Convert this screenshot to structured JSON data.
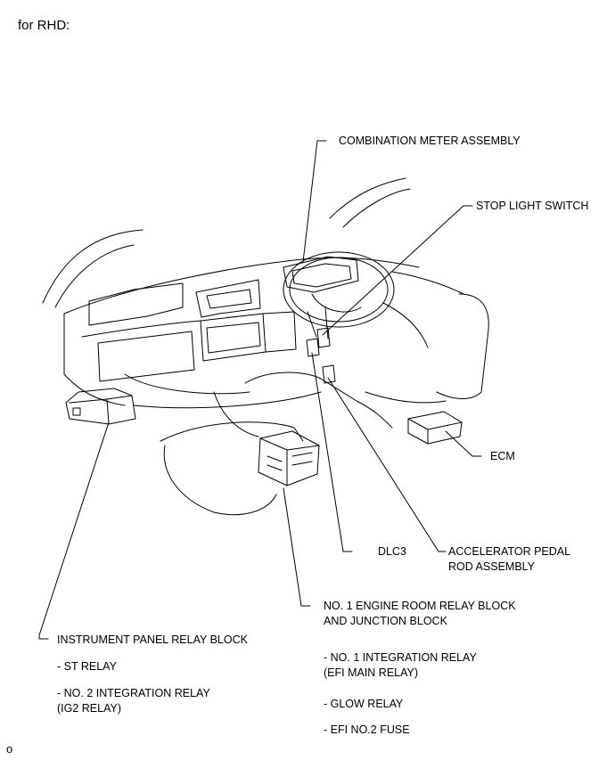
{
  "heading": "for RHD:",
  "corner_mark": "o",
  "callouts": {
    "combination_meter": "COMBINATION METER ASSEMBLY",
    "stop_light_switch": "STOP LIGHT SWITCH",
    "ecm": "ECM",
    "dlc3": "DLC3",
    "accelerator_line1": "ACCELERATOR PEDAL",
    "accelerator_line2": "ROD ASSEMBLY",
    "engine_room_line1": "NO. 1 ENGINE ROOM RELAY BLOCK",
    "engine_room_line2": "AND JUNCTION BLOCK",
    "instrument_panel": "INSTRUMENT PANEL RELAY BLOCK"
  },
  "instrument_panel_items": [
    "- ST RELAY",
    "- NO. 2 INTEGRATION RELAY",
    " (IG2 RELAY)"
  ],
  "engine_room_items": [
    "- NO. 1 INTEGRATION RELAY",
    " (EFI MAIN RELAY)",
    "- GLOW RELAY",
    "- EFI NO.2 FUSE"
  ]
}
